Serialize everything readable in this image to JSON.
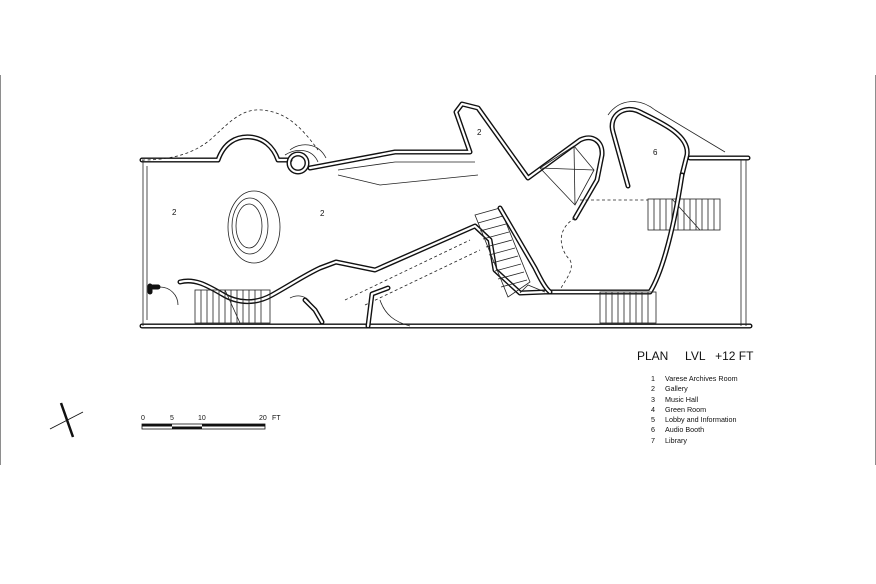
{
  "plan": {
    "title": "PLAN",
    "level_label": "LVL",
    "level_value": "+12 FT"
  },
  "legend": [
    {
      "num": "1",
      "label": "Varese Archives Room"
    },
    {
      "num": "2",
      "label": "Gallery"
    },
    {
      "num": "3",
      "label": "Music Hall"
    },
    {
      "num": "4",
      "label": "Green Room"
    },
    {
      "num": "5",
      "label": "Lobby and Information"
    },
    {
      "num": "6",
      "label": "Audio Booth"
    },
    {
      "num": "7",
      "label": "Library"
    }
  ],
  "room_tags": {
    "gallery_left": "2",
    "gallery_center": "2",
    "gallery_upper": "2",
    "audio_booth": "6"
  },
  "scale_bar": {
    "ticks": [
      "0",
      "5",
      "10",
      "20"
    ],
    "unit": "FT"
  }
}
